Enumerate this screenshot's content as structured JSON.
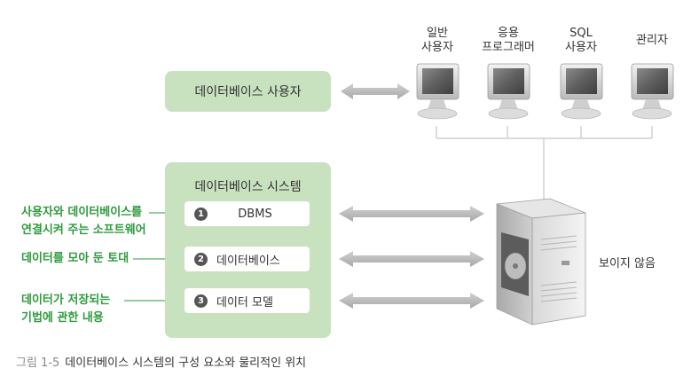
{
  "db_user_box": "데이터베이스 사용자",
  "system": {
    "title": "데이터베이스 시스템",
    "rows": [
      {
        "num": "1",
        "label": "DBMS"
      },
      {
        "num": "2",
        "label": "데이터베이스"
      },
      {
        "num": "3",
        "label": "데이터 모델"
      }
    ]
  },
  "left_notes": [
    {
      "line1": "사용자와 데이터베이스를",
      "line2": "연결시켜 주는 소프트웨어"
    },
    {
      "line1": "데이터를 모아 둔 토대",
      "line2": ""
    },
    {
      "line1": "데이터가 저장되는",
      "line2": "기법에 관한 내용"
    }
  ],
  "computers": [
    {
      "line1": "일반",
      "line2": "사용자"
    },
    {
      "line1": "응용",
      "line2": "프로그래머"
    },
    {
      "line1": "SQL",
      "line2": "사용자"
    },
    {
      "line1": "",
      "line2": "관리자"
    }
  ],
  "server_label": "보이지 않음",
  "caption": {
    "figure": "그림 1-5",
    "text": "데이터베이스 시스템의 구성 요소와 물리적인 위치"
  },
  "colors": {
    "green_box": "#c8e2c0",
    "note_green": "#2f9a3e",
    "arrow": "#bdbdbd"
  }
}
